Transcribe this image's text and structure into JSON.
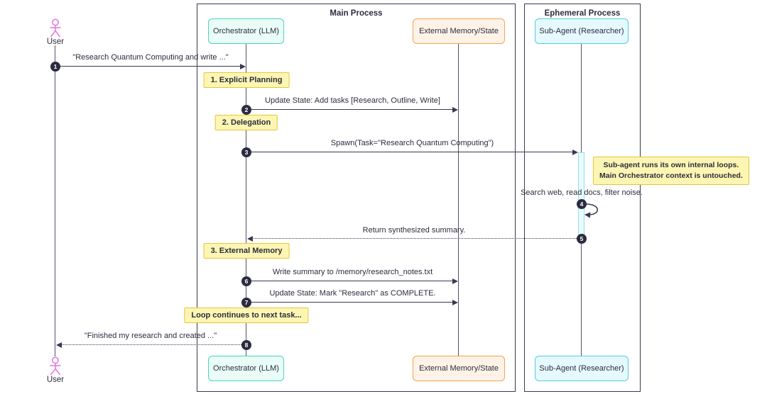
{
  "frames": {
    "main": {
      "label": "Main Process"
    },
    "ephemeral": {
      "label": "Ephemeral Process"
    }
  },
  "actors": {
    "user": {
      "label": "User"
    }
  },
  "participants": {
    "orchestrator": {
      "label": "Orchestrator (LLM)"
    },
    "memory": {
      "label": "External Memory/State"
    },
    "subagent": {
      "label": "Sub-Agent (Researcher)"
    }
  },
  "messages": [
    {
      "num": "1",
      "label": "\"Research Quantum Computing and write ...\"",
      "from": "user",
      "to": "orchestrator",
      "line": "solid"
    },
    {
      "num": "2",
      "label": "Update State: Add tasks [Research, Outline, Write]",
      "from": "orchestrator",
      "to": "memory",
      "line": "solid"
    },
    {
      "num": "3",
      "label": "Spawn(Task=\"Research Quantum Computing\")",
      "from": "orchestrator",
      "to": "subagent",
      "line": "solid"
    },
    {
      "num": "4",
      "label": "Search web, read docs, filter noise.",
      "from": "subagent",
      "to": "subagent",
      "line": "self"
    },
    {
      "num": "5",
      "label": "Return synthesized summary.",
      "from": "subagent",
      "to": "orchestrator",
      "line": "dotted"
    },
    {
      "num": "6",
      "label": "Write summary to /memory/research_notes.txt",
      "from": "orchestrator",
      "to": "memory",
      "line": "solid"
    },
    {
      "num": "7",
      "label": "Update State: Mark \"Research\" as COMPLETE.",
      "from": "orchestrator",
      "to": "memory",
      "line": "solid"
    },
    {
      "num": "8",
      "label": "\"Finished my research and created ...\"",
      "from": "orchestrator",
      "to": "user",
      "line": "dotted"
    }
  ],
  "notes": [
    {
      "label": "1. Explicit Planning"
    },
    {
      "label": "2. Delegation"
    },
    {
      "line1": "Sub-agent runs its own internal loops.",
      "line2": "Main Orchestrator context is untouched."
    },
    {
      "label": "3. External Memory"
    },
    {
      "label": "Loop continues to next task..."
    }
  ],
  "colors": {
    "text": "#2c2c3e",
    "line": "#39394f",
    "actor": "#e57be0",
    "note_fill": "#fdf6b3",
    "note_border": "#e8c33d",
    "orchestrator_fill": "#e9fdf6",
    "orchestrator_border": "#49d7b3",
    "memory_fill": "#fff3e7",
    "memory_border": "#f5a24f",
    "subagent_fill": "#e6f9fe",
    "subagent_border": "#4fcdea",
    "activation_fill": "#eafbfe",
    "activation_border": "#8fe0ef",
    "badge_fill": "#2b2b40"
  }
}
